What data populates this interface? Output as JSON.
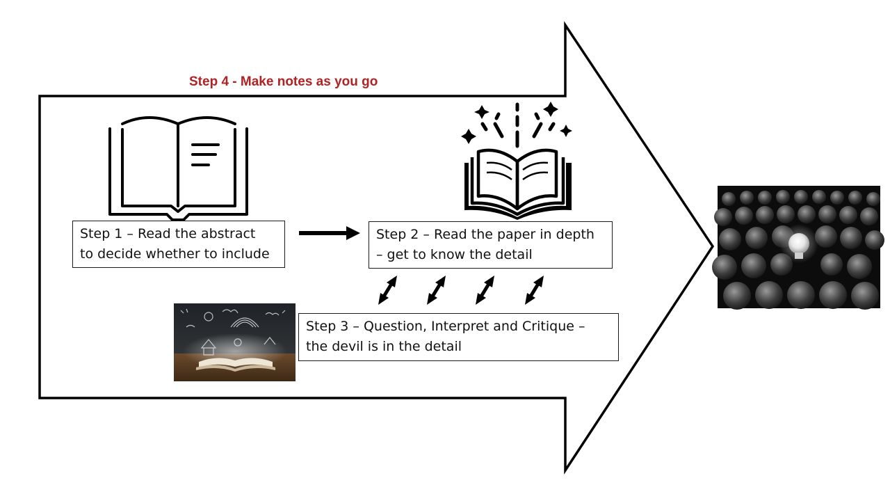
{
  "step4": {
    "label": "Step 4 - Make notes as you go",
    "color": "#b22222"
  },
  "step1": {
    "line1": "Step 1 – Read the abstract",
    "line2": "to decide whether to include"
  },
  "step2": {
    "line1": "Step 2 – Read the paper in depth",
    "line2": "– get to know the detail"
  },
  "step3": {
    "line1": "Step 3 – Question, Interpret and Critique –",
    "line2": "the devil is in the detail"
  },
  "icons": {
    "step1": "open-book-icon",
    "step2": "sparkling-book-icon",
    "step3_photo": "glowing-book-photo",
    "outcome_photo": "lightbulb-idea-photo"
  }
}
